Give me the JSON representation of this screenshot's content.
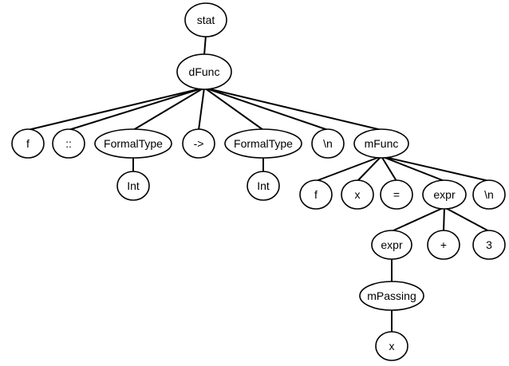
{
  "tree": {
    "nodes": [
      {
        "id": "stat",
        "label": "stat"
      },
      {
        "id": "dFunc",
        "label": "dFunc"
      },
      {
        "id": "f1",
        "label": "f"
      },
      {
        "id": "colons",
        "label": "::"
      },
      {
        "id": "formalType1",
        "label": "FormalType"
      },
      {
        "id": "arrow",
        "label": "->"
      },
      {
        "id": "formalType2",
        "label": "FormalType"
      },
      {
        "id": "newline1",
        "label": "\\n"
      },
      {
        "id": "mFunc",
        "label": "mFunc"
      },
      {
        "id": "int1",
        "label": "Int"
      },
      {
        "id": "int2",
        "label": "Int"
      },
      {
        "id": "f2",
        "label": "f"
      },
      {
        "id": "x1",
        "label": "x"
      },
      {
        "id": "equals",
        "label": "="
      },
      {
        "id": "expr1",
        "label": "expr"
      },
      {
        "id": "newline2",
        "label": "\\n"
      },
      {
        "id": "expr2",
        "label": "expr"
      },
      {
        "id": "plus",
        "label": "+"
      },
      {
        "id": "three",
        "label": "3"
      },
      {
        "id": "mPassing",
        "label": "mPassing"
      },
      {
        "id": "x2",
        "label": "x"
      }
    ],
    "edges": [
      [
        "stat",
        "dFunc"
      ],
      [
        "dFunc",
        "f1"
      ],
      [
        "dFunc",
        "colons"
      ],
      [
        "dFunc",
        "formalType1"
      ],
      [
        "dFunc",
        "arrow"
      ],
      [
        "dFunc",
        "formalType2"
      ],
      [
        "dFunc",
        "newline1"
      ],
      [
        "dFunc",
        "mFunc"
      ],
      [
        "formalType1",
        "int1"
      ],
      [
        "formalType2",
        "int2"
      ],
      [
        "mFunc",
        "f2"
      ],
      [
        "mFunc",
        "x1"
      ],
      [
        "mFunc",
        "equals"
      ],
      [
        "mFunc",
        "expr1"
      ],
      [
        "mFunc",
        "newline2"
      ],
      [
        "expr1",
        "expr2"
      ],
      [
        "expr1",
        "plus"
      ],
      [
        "expr1",
        "three"
      ],
      [
        "expr2",
        "mPassing"
      ],
      [
        "mPassing",
        "x2"
      ]
    ]
  }
}
